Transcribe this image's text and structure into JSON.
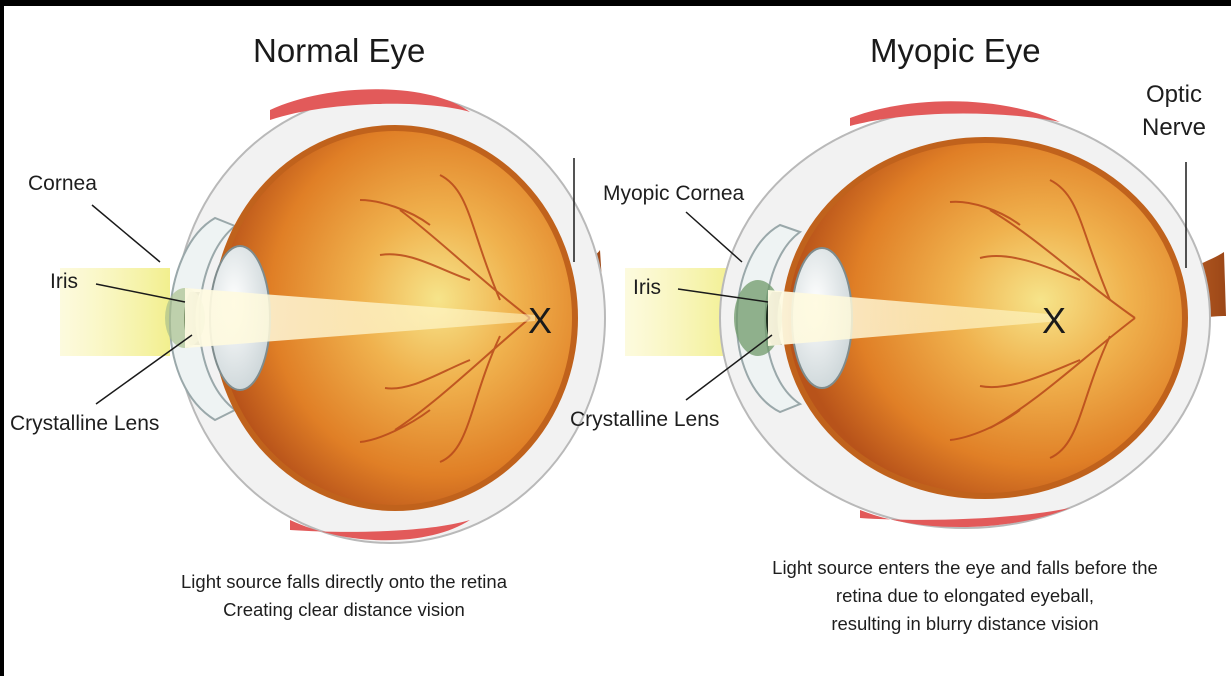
{
  "titles": {
    "normal": "Normal Eye",
    "myopic": "Myopic Eye"
  },
  "normal_eye": {
    "cornea_label": "Cornea",
    "iris_label": "Iris",
    "lens_label": "Crystalline Lens",
    "focus_mark": "X",
    "caption_lines": [
      "Light source falls directly onto the retina",
      "Creating clear distance vision"
    ]
  },
  "myopic_eye": {
    "cornea_label": "Myopic Cornea",
    "iris_label": "Iris",
    "lens_label": "Crystalline Lens",
    "optic_nerve_lines": [
      "Optic",
      "Nerve"
    ],
    "focus_mark": "X",
    "caption_lines": [
      "Light source enters the eye and falls before the",
      "retina due to elongated eyeball,",
      "resulting in blurry distance vision"
    ]
  },
  "colors": {
    "eyeball_outer": "#e9993c",
    "eyeball_inner": "#d46a1a",
    "sclera": "#f3f3f3",
    "muscle_red": "#e25555",
    "light_beam": "#fff8d0",
    "light_source": "#f5f199",
    "vessel": "#b8481a",
    "optic_nerve": "#b5561e"
  }
}
